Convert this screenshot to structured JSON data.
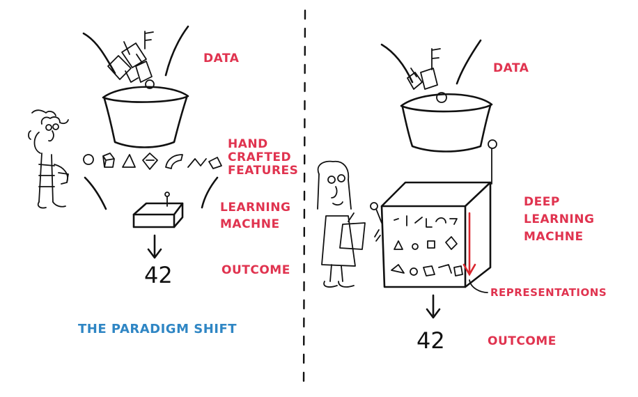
{
  "left_panel": {
    "data_label": "DATA",
    "features_label": "HAND\nCRAFTED\nFEATURES",
    "machine_label": "LEARNING\nMACHNE",
    "outcome_label": "OUTCOME",
    "outcome_value": "42"
  },
  "right_panel": {
    "data_label": "DATA",
    "machine_label": "DEEP\nLEARNING\nMACHNE",
    "representations_label": "REPRESENTATIONS",
    "outcome_label": "OUTCOME",
    "outcome_value": "42"
  },
  "title": "THE PARADIGM SHIFT",
  "colors": {
    "accent_red": "#e0334f",
    "title_blue": "#2f86c4",
    "ink": "#111111"
  }
}
